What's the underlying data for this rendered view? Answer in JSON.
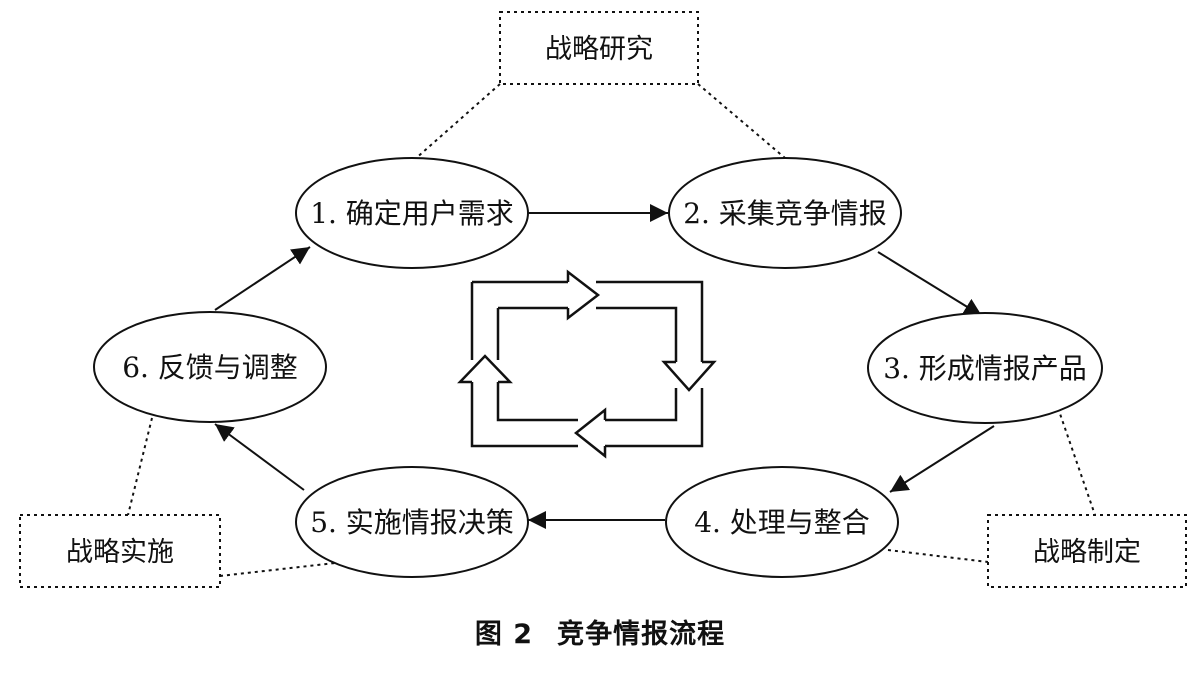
{
  "nodes": [
    {
      "id": "n1",
      "label": "1. 确定用户需求"
    },
    {
      "id": "n2",
      "label": "2. 采集竞争情报"
    },
    {
      "id": "n3",
      "label": "3. 形成情报产品"
    },
    {
      "id": "n4",
      "label": "4. 处理与整合"
    },
    {
      "id": "n5",
      "label": "5. 实施情报决策"
    },
    {
      "id": "n6",
      "label": "6. 反馈与调整"
    }
  ],
  "boxes": [
    {
      "id": "research",
      "label": "战略研究"
    },
    {
      "id": "formulation",
      "label": "战略制定"
    },
    {
      "id": "implementation",
      "label": "战略实施"
    }
  ],
  "caption": {
    "number": "图 2",
    "title": "竞争情报流程"
  },
  "colors": {
    "stroke": "#111111",
    "background": "#ffffff"
  }
}
